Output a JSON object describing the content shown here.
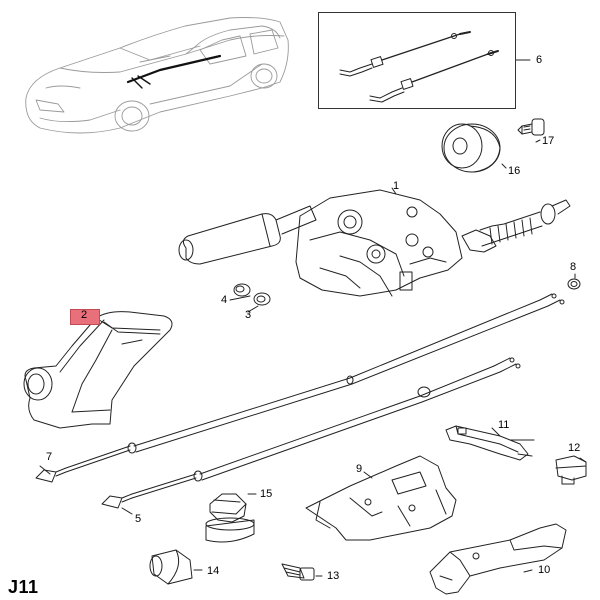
{
  "figure_code": "J11",
  "highlight_color": "#e8707a",
  "parts": [
    {
      "id": "p1",
      "label": "1"
    },
    {
      "id": "p2",
      "label": "2",
      "highlighted": true
    },
    {
      "id": "p3",
      "label": "3"
    },
    {
      "id": "p4",
      "label": "4"
    },
    {
      "id": "p5",
      "label": "5"
    },
    {
      "id": "p6",
      "label": "6"
    },
    {
      "id": "p7",
      "label": "7"
    },
    {
      "id": "p8",
      "label": "8"
    },
    {
      "id": "p9",
      "label": "9"
    },
    {
      "id": "p10",
      "label": "10"
    },
    {
      "id": "p11",
      "label": "11"
    },
    {
      "id": "p12",
      "label": "12"
    },
    {
      "id": "p13",
      "label": "13"
    },
    {
      "id": "p14",
      "label": "14"
    },
    {
      "id": "p15",
      "label": "15"
    },
    {
      "id": "p16",
      "label": "16"
    },
    {
      "id": "p17",
      "label": "17"
    }
  ]
}
